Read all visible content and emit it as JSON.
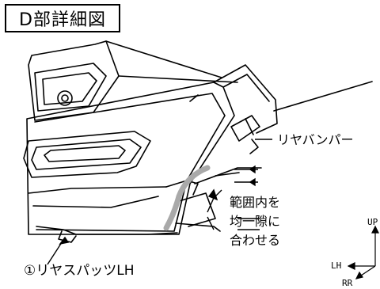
{
  "title": "D部詳細図",
  "callouts": {
    "rear_bumper": "リヤバンパー",
    "even_gap_line1": "範囲内を",
    "even_gap_line2": "均一隙に",
    "even_gap_line3": "合わせる",
    "part_name": "①リヤスパッツLH"
  },
  "orientation": {
    "up": "UP",
    "left": "LH",
    "rear": "RR"
  },
  "colors": {
    "line": "#000000",
    "highlight": "#a9a9a9",
    "background": "#ffffff"
  }
}
